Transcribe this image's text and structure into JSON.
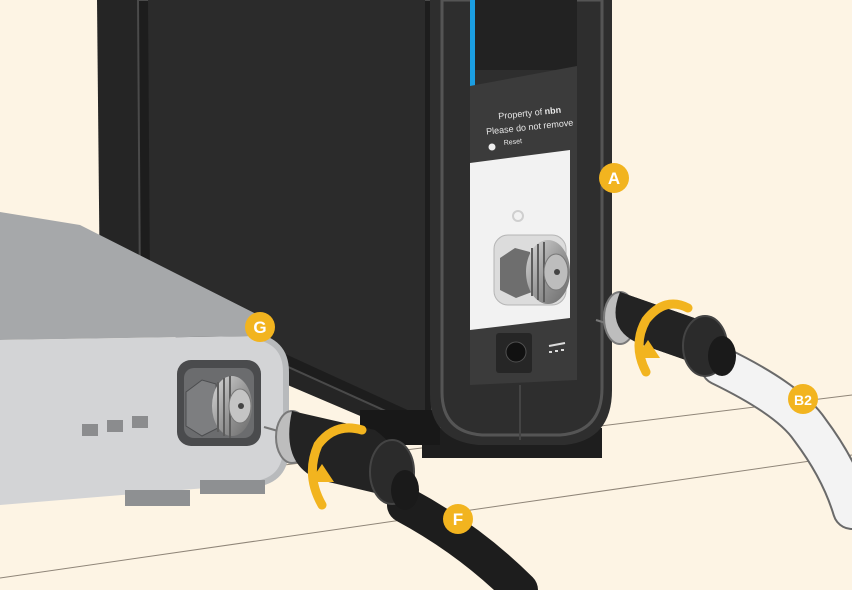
{
  "device_label": {
    "line1_prefix": "Property of ",
    "line1_brand": "nbn",
    "line2": "Please do not remove",
    "reset": "Reset"
  },
  "callouts": {
    "a": "A",
    "b2": "B2",
    "f": "F",
    "g": "G"
  },
  "colors": {
    "background": "#fdf4e4",
    "callout": "#f2b41f",
    "device": "#2a2a2a",
    "accent_strip": "#1b9ee2"
  }
}
